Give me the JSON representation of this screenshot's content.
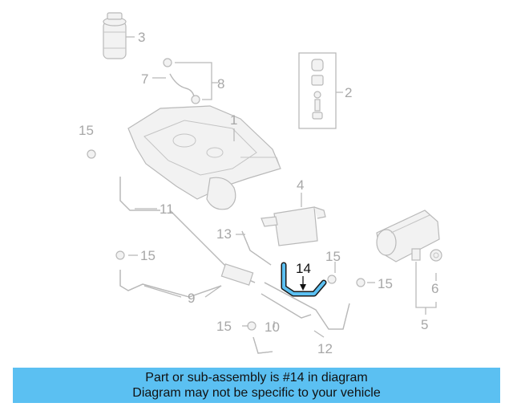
{
  "diagram": {
    "highlight_color": "#5bc0f2",
    "highlighted_part": "14",
    "callouts": [
      "1",
      "2",
      "3",
      "4",
      "5",
      "6",
      "7",
      "8",
      "9",
      "10",
      "11",
      "12",
      "13",
      "14",
      "15"
    ]
  },
  "banner": {
    "line1": "Part or sub-assembly is #14 in diagram",
    "line2": "Diagram may not be specific to your vehicle",
    "color": "#5bc0f2"
  }
}
